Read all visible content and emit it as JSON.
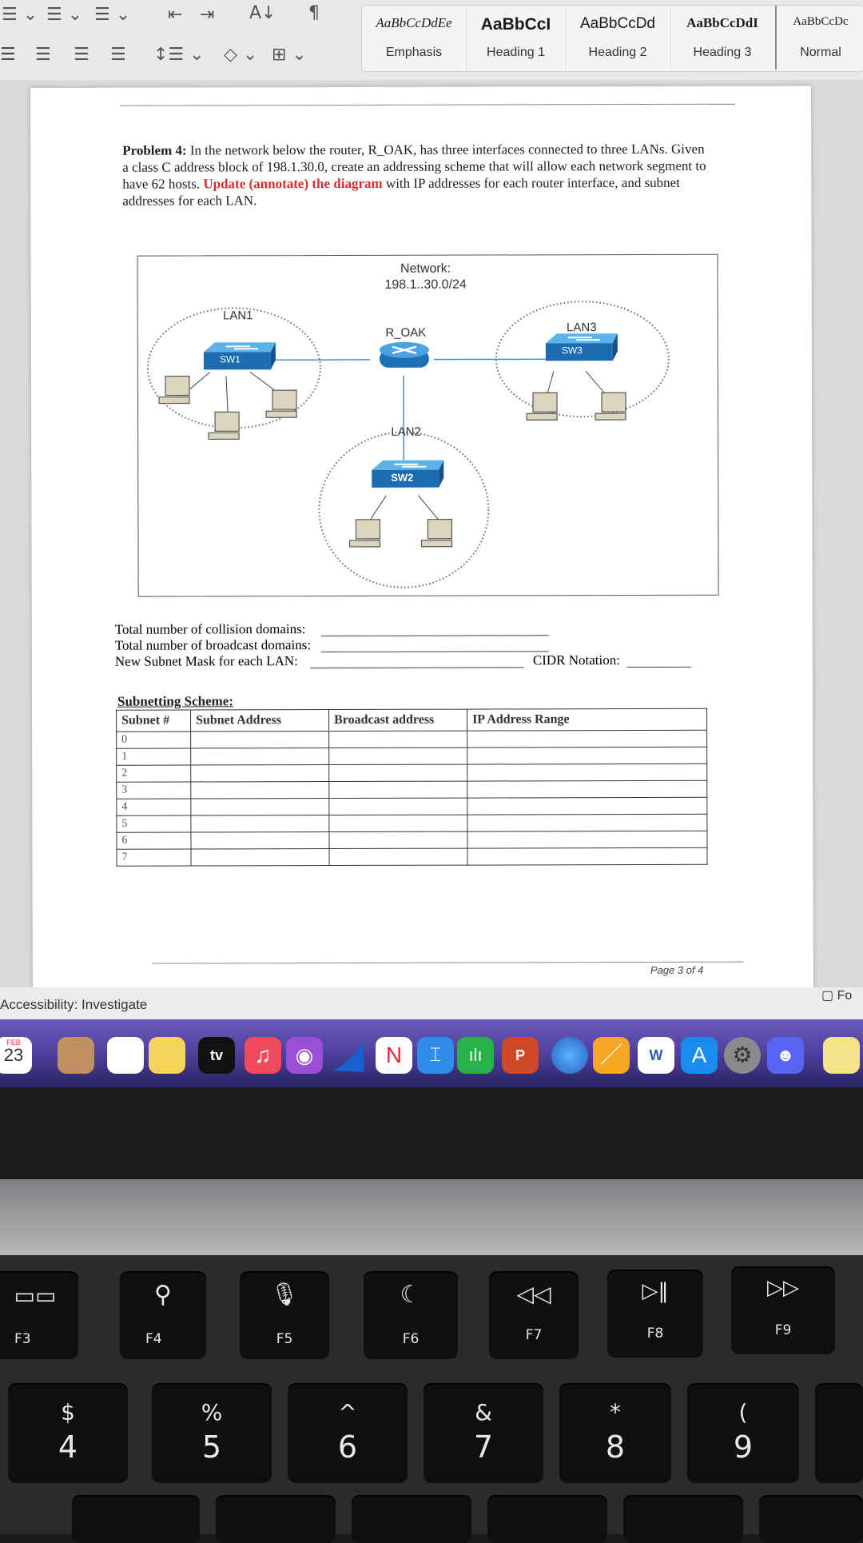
{
  "ribbon": {
    "styles": [
      {
        "sample": "AaBbCcDdEe",
        "name": "Emphasis"
      },
      {
        "sample": "AaBbCcI",
        "name": "Heading 1"
      },
      {
        "sample": "AaBbCcDd",
        "name": "Heading 2"
      },
      {
        "sample": "AaBbCcDdI",
        "name": "Heading 3"
      },
      {
        "sample": "AaBbCcDc",
        "name": "Normal"
      }
    ],
    "icons": [
      "bullets-icon",
      "numbering-icon",
      "multilevel-list-icon",
      "decrease-indent-icon",
      "increase-indent-icon",
      "sort-icon",
      "show-formatting-icon",
      "align-left-icon",
      "align-center-icon",
      "align-right-icon",
      "justify-icon",
      "line-spacing-icon",
      "shading-icon",
      "borders-icon"
    ]
  },
  "document": {
    "problem_label": "Problem 4:",
    "problem_text_1": " In the network below the router, R_OAK, has three interfaces connected to three LANs. Given a class C address block of 198.1.30.0, create an addressing scheme that will allow each network segment to have 62 hosts. ",
    "problem_highlight": "Update (annotate) the diagram",
    "problem_text_2": " with IP addresses for each router interface, and subnet addresses for each LAN.",
    "diagram": {
      "network_label": "Network:",
      "network_value": "198.1..30.0/24",
      "router": "R_OAK",
      "lan1": "LAN1",
      "sw1": "SW1",
      "lan2": "LAN2",
      "sw2": "SW2",
      "lan3": "LAN3",
      "sw3": "SW3"
    },
    "fields": {
      "collision": "Total number of collision domains:",
      "broadcast": "Total number of broadcast domains:",
      "mask": "New Subnet Mask for each LAN:",
      "cidr": "CIDR Notation:"
    },
    "scheme_title": "Subnetting Scheme:",
    "scheme_headers": [
      "Subnet #",
      "Subnet Address",
      "Broadcast address",
      "IP Address Range"
    ],
    "scheme_rows": [
      "0",
      "1",
      "2",
      "3",
      "4",
      "5",
      "6",
      "7"
    ],
    "page_number": "Page 3 of 4"
  },
  "status": {
    "accessibility": "Accessibility: Investigate",
    "focus": "Fo"
  },
  "dock": {
    "calendar_month": "FEB",
    "calendar_day": "23",
    "tv": "tv"
  },
  "keyboard": {
    "f3": "F3",
    "f4": "F4",
    "f5": "F5",
    "f6": "F6",
    "f7": "F7",
    "f8": "F8",
    "f9": "F9",
    "k4_top": "$",
    "k4": "4",
    "k5_top": "%",
    "k5": "5",
    "k6_top": "^",
    "k6": "6",
    "k7_top": "&",
    "k7": "7",
    "k8_top": "*",
    "k8": "8",
    "k9_top": "(",
    "k9": "9"
  },
  "colors": {
    "accent_red": "#d0312d",
    "link_blue": "#4a8fd0",
    "dock_purple": "#5a4aa8"
  }
}
